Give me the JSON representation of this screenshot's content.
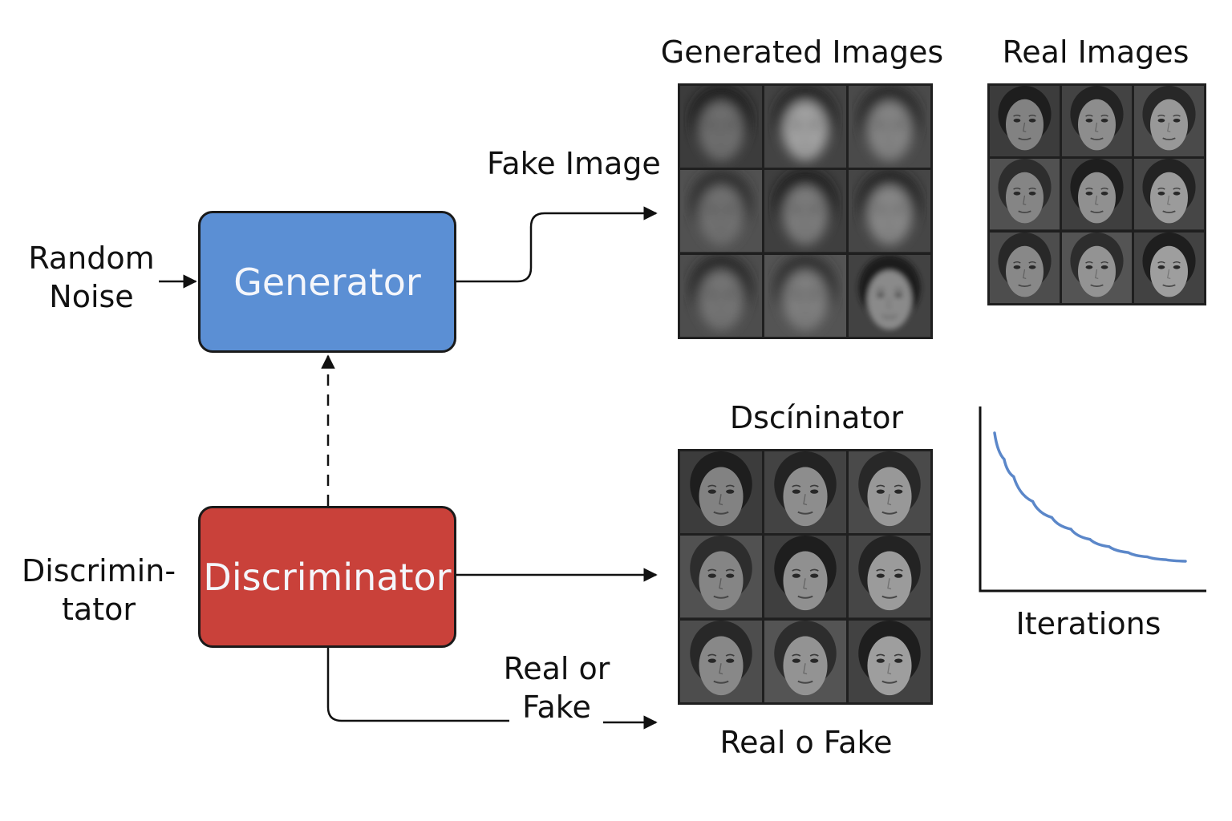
{
  "labels": {
    "random_noise": [
      "Random",
      "Noise"
    ],
    "generator": "Generator",
    "discriminator": "Discriminator",
    "discriminator_side": [
      "Discrimin-",
      "tator"
    ],
    "fake_image": "Fake Image",
    "generated_images": "Generated Images",
    "real_images": "Real Images",
    "discriminator_grid": "Dscíninator",
    "real_or_fake": [
      "Real or",
      "Fake"
    ],
    "real_o_fake": "Real o Fake",
    "iterations": "Iterations"
  },
  "colors": {
    "generator": "#5b8fd4",
    "discriminator": "#c9413a",
    "curve": "#5b87c9",
    "line": "#111111"
  },
  "grids": {
    "generated": {
      "count": 9,
      "style": "blurry-face"
    },
    "real": {
      "count": 9,
      "style": "face"
    },
    "discriminator": {
      "count": 9,
      "style": "face"
    }
  },
  "chart_data": {
    "type": "line",
    "title": "",
    "xlabel": "Iterations",
    "ylabel": "",
    "series": [
      {
        "x": [
          0,
          0.05,
          0.1,
          0.2,
          0.3,
          0.4,
          0.5,
          0.6,
          0.7,
          0.8,
          0.9,
          1.0
        ],
        "values": [
          1.0,
          0.82,
          0.7,
          0.53,
          0.42,
          0.34,
          0.27,
          0.22,
          0.18,
          0.15,
          0.13,
          0.12
        ]
      }
    ],
    "grid": false
  }
}
